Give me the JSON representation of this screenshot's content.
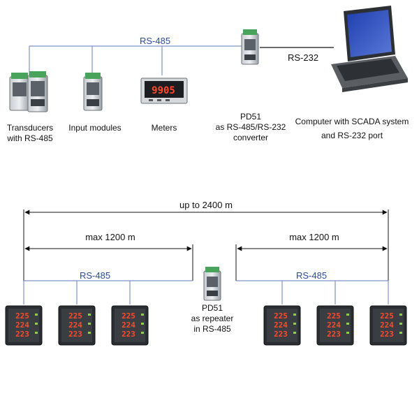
{
  "top": {
    "bus_label": "RS-485",
    "serial_label": "RS-232",
    "devices": {
      "transducers": "Transducers\nwith RS-485",
      "input_modules": "Input modules",
      "meters": "Meters",
      "meter_display": "9905",
      "converter": "PD51\nas RS-485/RS-232\nconverter",
      "computer": "Computer with SCADA system\nand RS-232 port"
    }
  },
  "bottom": {
    "total_range": "up to 2400 m",
    "left_segment": "max 1200 m",
    "right_segment": "max 1200 m",
    "left_bus_label": "RS-485",
    "right_bus_label": "RS-485",
    "repeater": "PD51\nas repeater\nin RS-485",
    "meter_readings": [
      "225",
      "224",
      "223"
    ]
  },
  "colors": {
    "bus_line": "#7d92c4",
    "bus_text": "#2b4a9a",
    "device_green": "#4aa35a",
    "device_gray": "#9aa0a6",
    "meter_body": "#2a2d31",
    "led_red": "#ff4a2a"
  }
}
